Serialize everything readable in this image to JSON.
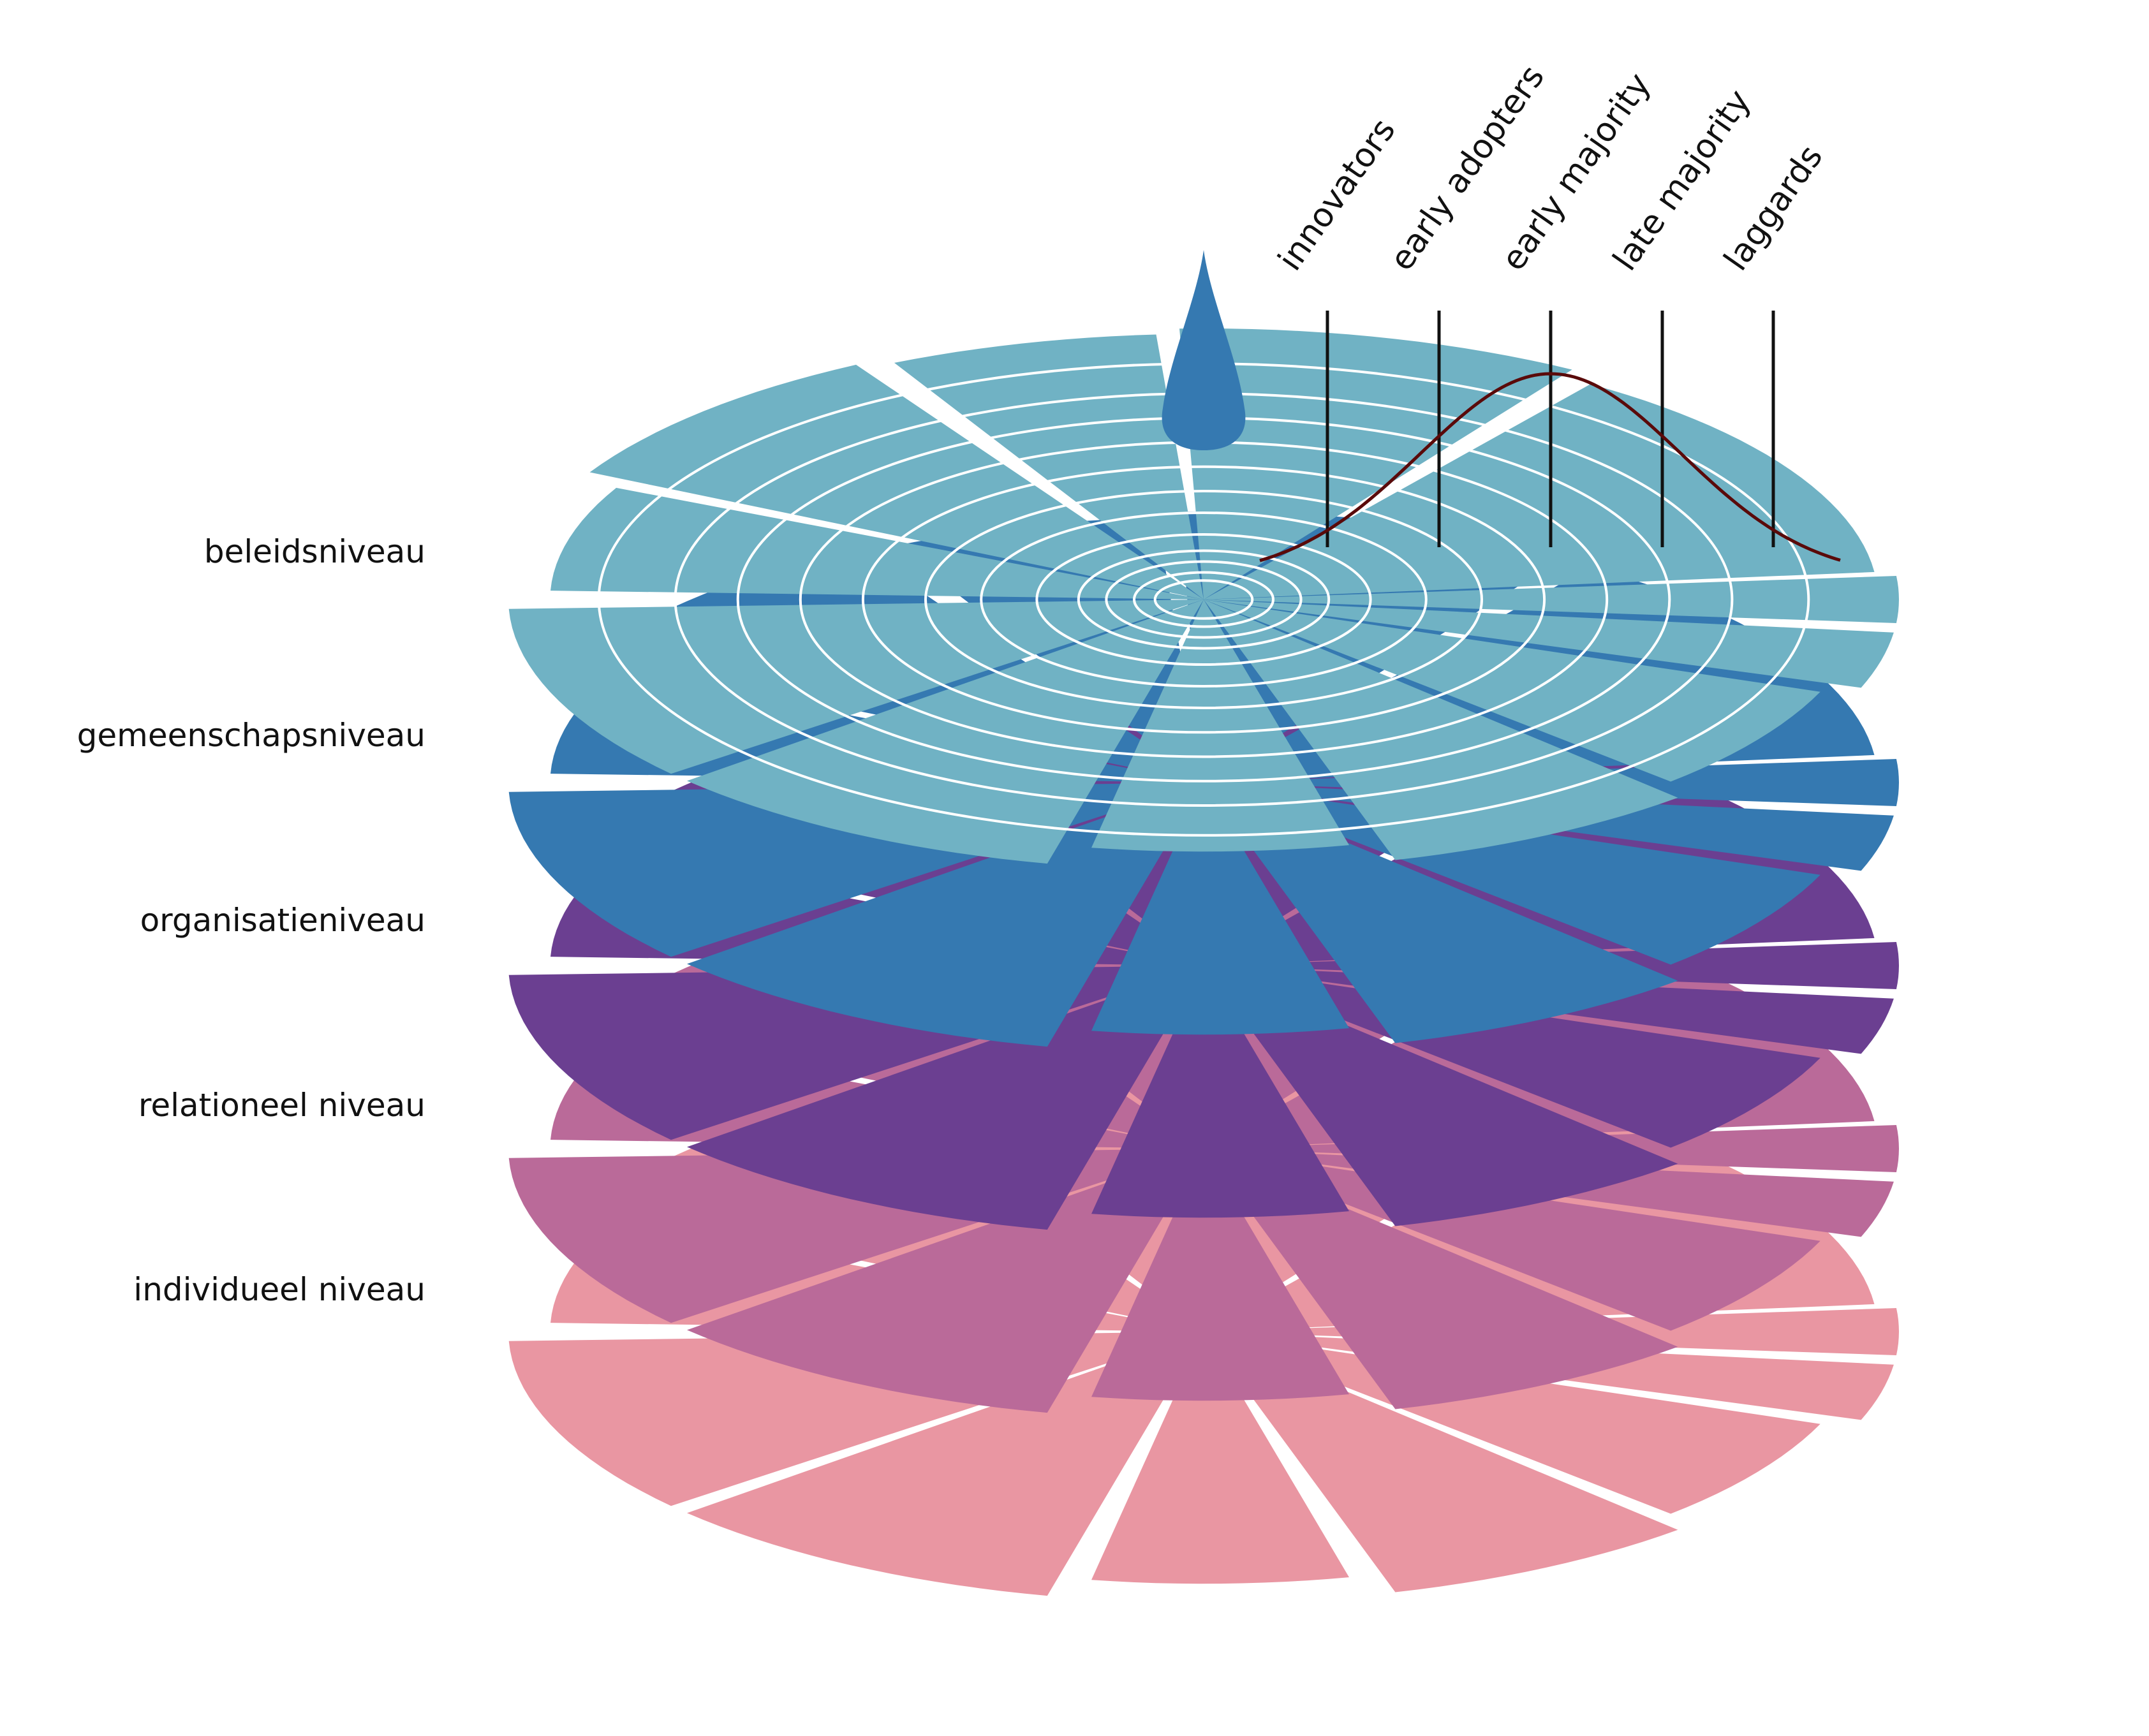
{
  "levels": [
    {
      "label": "beleidsniveau",
      "color": "#70b2c4"
    },
    {
      "label": "gemeenschapsniveau",
      "color": "#3579b1"
    },
    {
      "label": "organisatieniveau",
      "color": "#6b3f91"
    },
    {
      "label": "relationeel niveau",
      "color": "#ba6a99"
    },
    {
      "label": "individueel niveau",
      "color": "#e996a2"
    }
  ],
  "adoption_segments": [
    "innovators",
    "early adopters",
    "early majority",
    "late majority",
    "laggards"
  ],
  "colors": {
    "ring_line": "#ffffff",
    "curve": "#5a0a0a",
    "drop": "#3579b1",
    "marker_line": "#111111",
    "background": "#ffffff"
  },
  "icons": {
    "drop": "water-drop-icon"
  }
}
